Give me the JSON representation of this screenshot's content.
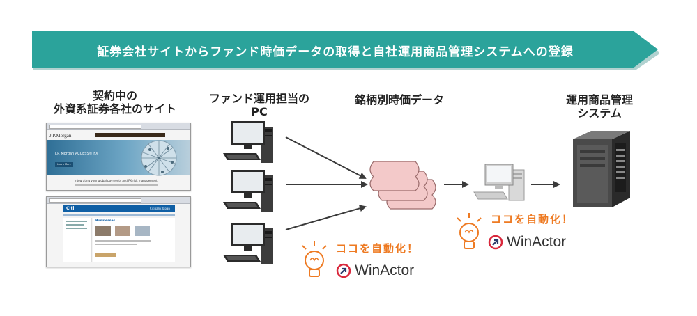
{
  "banner": {
    "text": "証券会社サイトからファンド時価データの取得と自社運用商品管理システムへの登録"
  },
  "columns": {
    "sites_label_line1": "契約中の",
    "sites_label_line2": "外資系証券各社のサイト",
    "pc_label_line1": "ファンド運用担当の",
    "pc_label_line2": "PC",
    "data_label": "銘柄別時価データ",
    "system_label_line1": "運用商品管理",
    "system_label_line2": "システム"
  },
  "automation": [
    {
      "text": "ココを自動化！",
      "product": "WinActor"
    },
    {
      "text": "ココを自動化！",
      "product": "WinActor"
    }
  ],
  "site1": {
    "logo": "J.P.Morgan",
    "headline": "J.P. Morgan ACCESS® FX",
    "cta": "Learn More",
    "tagline": "Integrating your global payments and FX risk management"
  },
  "site2": {
    "logo": "Citi",
    "header_right": "Citibank Japan",
    "section": "Businesses"
  },
  "colors": {
    "banner": "#2ba39b",
    "accent": "#ee7a22",
    "winactor_red": "#d9283c"
  }
}
